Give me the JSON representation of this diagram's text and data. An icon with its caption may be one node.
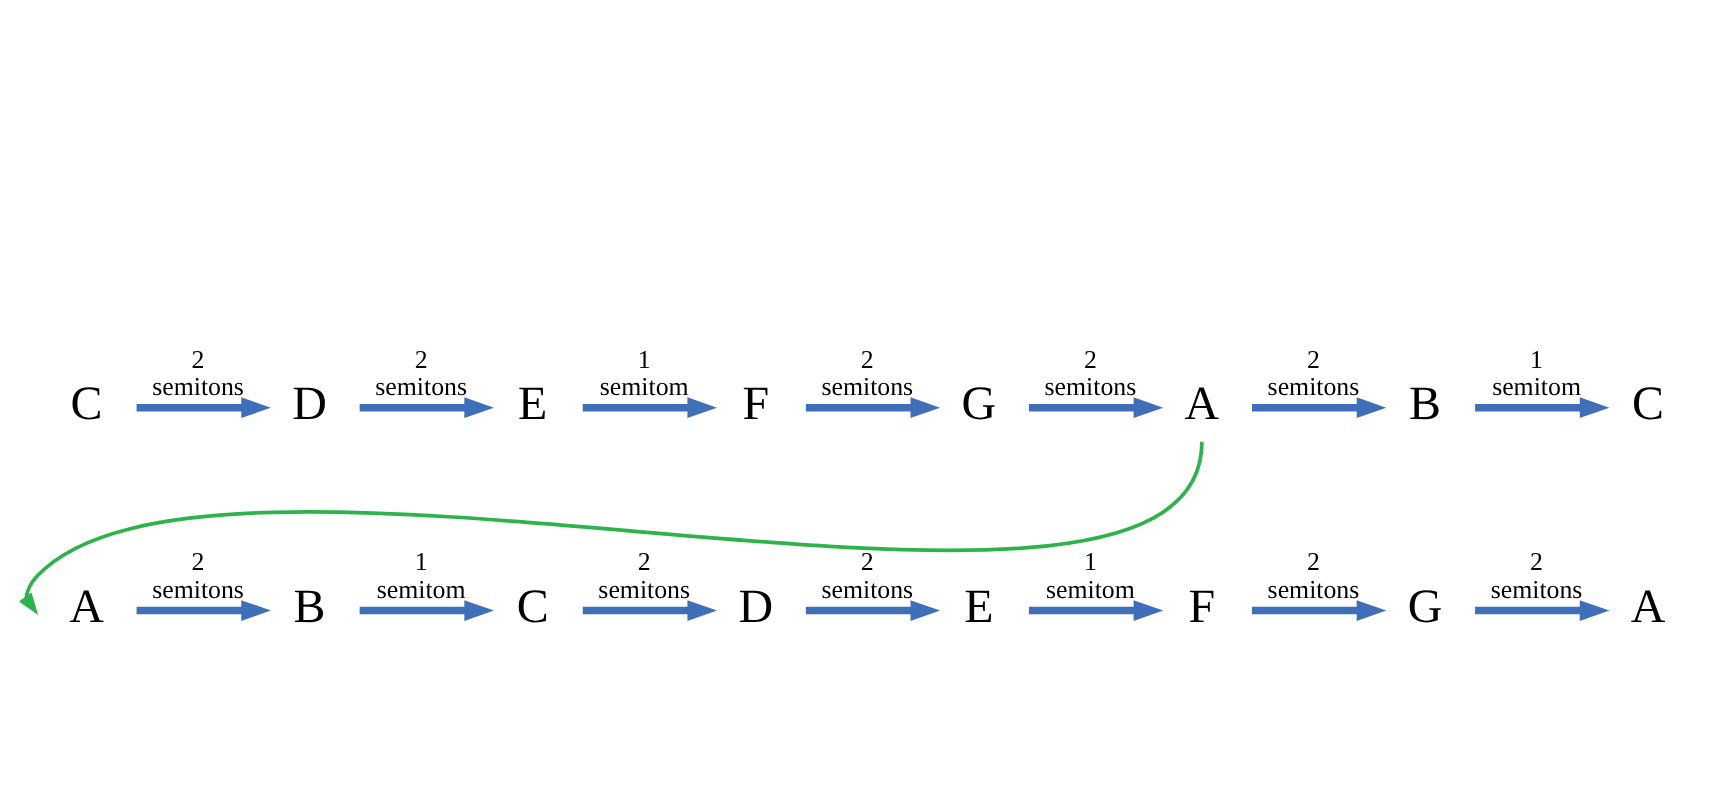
{
  "diagram": {
    "nodes": [
      {
        "text": [
          "C"
        ]
      },
      {
        "text": [
          "D"
        ]
      },
      {
        "text": [
          "E"
        ]
      },
      {
        "text": [
          "F"
        ]
      },
      {
        "text": [
          "G"
        ]
      },
      {
        "text": [
          "A"
        ]
      },
      {
        "text": [
          "B"
        ]
      },
      {
        "text": [
          "C"
        ]
      },
      {
        "text": [
          "A"
        ]
      },
      {
        "text": [
          "B"
        ]
      },
      {
        "text": [
          "C"
        ]
      },
      {
        "text": [
          "D"
        ]
      },
      {
        "text": [
          "E"
        ]
      },
      {
        "text": [
          "F"
        ]
      },
      {
        "text": [
          "G"
        ]
      },
      {
        "text": [
          "A"
        ]
      }
    ],
    "edges": [
      {
        "from": 0,
        "to": 1,
        "arrow": "to",
        "label": "2 semitons"
      },
      {
        "from": 1,
        "to": 2,
        "arrow": "to",
        "label": "2 semitons"
      },
      {
        "from": 2,
        "to": 3,
        "arrow": "to",
        "label": "1 semitom"
      },
      {
        "from": 3,
        "to": 4,
        "arrow": "to",
        "label": "2 semitons"
      },
      {
        "from": 4,
        "to": 5,
        "arrow": "to",
        "label": "2 semitons"
      },
      {
        "from": 5,
        "to": 6,
        "arrow": "to",
        "label": "2 semitons"
      },
      {
        "from": 6,
        "to": 7,
        "arrow": "to",
        "label": "1 semitom"
      },
      {
        "from": 5,
        "to": 8,
        "arrow": "to",
        "color": "#2db34a"
      },
      {
        "from": 8,
        "to": 9,
        "arrow": "to",
        "label": "2 semitons"
      },
      {
        "from": 9,
        "to": 10,
        "arrow": "to",
        "label": "1 semitom"
      },
      {
        "from": 10,
        "to": 11,
        "arrow": "to",
        "label": "2 semitons"
      },
      {
        "from": 11,
        "to": 12,
        "arrow": "to",
        "label": "2 semitons"
      },
      {
        "from": 12,
        "to": 13,
        "arrow": "to",
        "label": "1 semitom"
      },
      {
        "from": 13,
        "to": 14,
        "arrow": "to",
        "label": "2 semitons"
      },
      {
        "from": 14,
        "to": 15,
        "arrow": "to",
        "label": "2 semitons"
      }
    ]
  }
}
